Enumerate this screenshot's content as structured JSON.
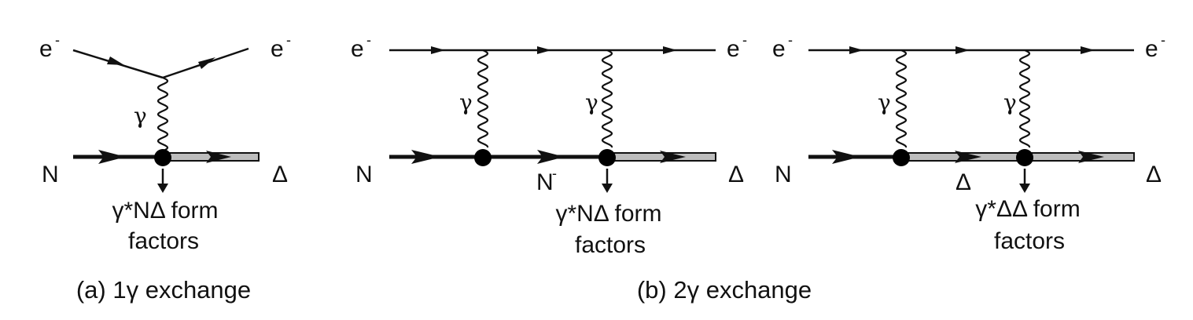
{
  "panels": {
    "a": {
      "caption": "(a) 1γ exchange",
      "electron_in": "e",
      "electron_out": "e",
      "electron_charge": "-",
      "photon": "γ",
      "nucleon": "N",
      "delta": "Δ",
      "ff_line1": "γ*NΔ form",
      "ff_line2": "factors"
    },
    "b_left": {
      "electron_in": "e",
      "electron_out": "e",
      "electron_charge": "-",
      "photon1": "γ",
      "photon2": "γ",
      "nucleon": "N",
      "intermediate": "N",
      "intermediate_mark": "-",
      "delta": "Δ",
      "ff_line1": "γ*NΔ form",
      "ff_line2": "factors"
    },
    "b_right": {
      "electron_in": "e",
      "electron_out": "e",
      "electron_charge": "-",
      "photon1": "γ",
      "photon2": "γ",
      "nucleon": "N",
      "intermediate": "Δ",
      "delta": "Δ",
      "ff_line1": "γ*ΔΔ form",
      "ff_line2": "factors"
    },
    "b_caption": "(b) 2γ exchange"
  }
}
